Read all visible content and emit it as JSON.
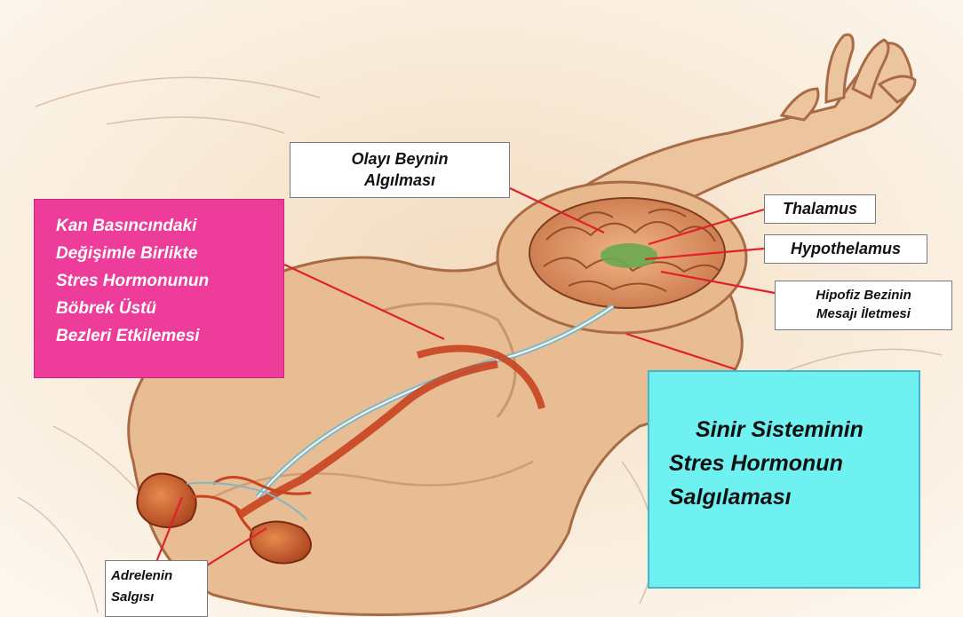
{
  "labels": {
    "olayi": [
      "Olayı Beynin",
      "Algılması"
    ],
    "thalamus": "Thalamus",
    "hypothalamus": "Hypothelamus",
    "hipofiz": [
      "Hipofiz Bezinin",
      "Mesajı İletmesi"
    ],
    "kan": [
      "Kan Basıncındaki",
      "Değişimle Birlikte",
      "Stres Hormonunun",
      "Böbrek Üstü",
      "Bezleri Etkilemesi"
    ],
    "sinir": [
      "Sinir Sisteminin",
      "Stres Hormonun",
      "Salgılaması"
    ],
    "adrenal": [
      "Adrelenin",
      "Salgısı"
    ]
  },
  "colors": {
    "pink_box": "#ee3c9a",
    "cyan_box": "#6ff1f2",
    "leader_line": "#e0202a",
    "skin": "#e6b98f",
    "brain": "#d98a5c",
    "kidney": "#c8542a"
  }
}
